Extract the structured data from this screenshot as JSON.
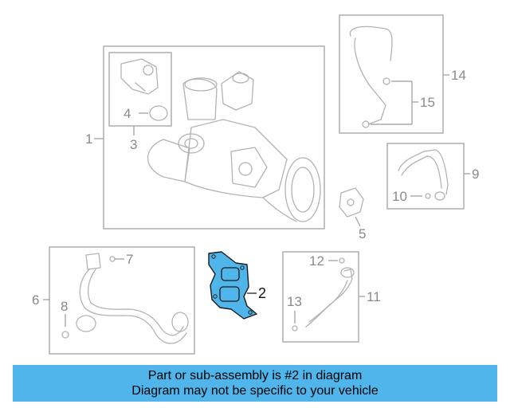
{
  "callouts": {
    "c1": "1",
    "c2": "2",
    "c3": "3",
    "c4": "4",
    "c5": "5",
    "c6": "6",
    "c7": "7",
    "c8": "8",
    "c9": "9",
    "c10": "10",
    "c11": "11",
    "c12": "12",
    "c13": "13",
    "c14": "14",
    "c15": "15"
  },
  "highlight_color": "#4fb5ea",
  "banner": {
    "line1": "Part or sub-assembly is #2 in diagram",
    "line2": "Diagram may not be specific to your vehicle"
  }
}
